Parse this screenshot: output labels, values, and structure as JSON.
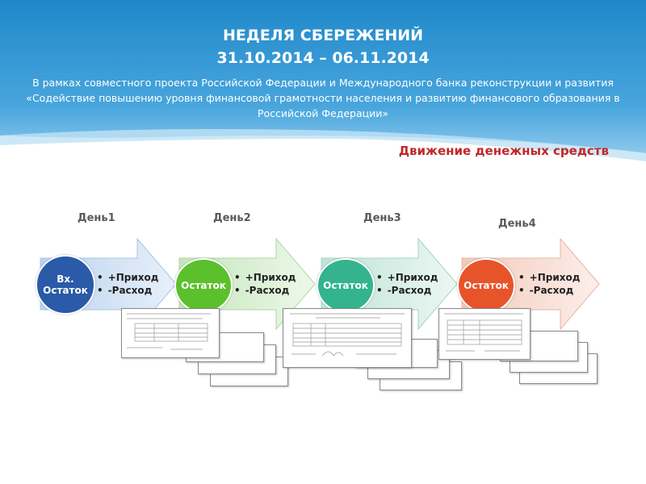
{
  "header": {
    "title_line1": "НЕДЕЛЯ СБЕРЕЖЕНИЙ",
    "title_line2": "31.10.2014 – 06.11.2014",
    "subtitle": "В рамках совместного проекта Российской Федерации и Международного банка реконструкции и развития «Содействие повышению уровня финансовой грамотности населения и развитию финансового образования в Российской Федерации»"
  },
  "diagram": {
    "title": "Движение денежных средств",
    "stages": [
      {
        "day": "День1",
        "circle": "Вх. Остаток",
        "items": [
          "+Приход",
          "-Расход"
        ],
        "circle_color": "#2a5aa8",
        "arrow_color": "#cfe0f4"
      },
      {
        "day": "День2",
        "circle": "Остаток",
        "items": [
          "+Приход",
          "-Расход"
        ],
        "circle_color": "#5cc02c",
        "arrow_color": "#d6eed0"
      },
      {
        "day": "День3",
        "circle": "Остаток",
        "items": [
          "+Приход",
          "-Расход"
        ],
        "circle_color": "#33b48e",
        "arrow_color": "#d3ede6"
      },
      {
        "day": "День4",
        "circle": "Остаток",
        "items": [
          "+Приход",
          "-Расход"
        ],
        "circle_color": "#e8542a",
        "arrow_color": "#f8ddd5"
      }
    ]
  }
}
